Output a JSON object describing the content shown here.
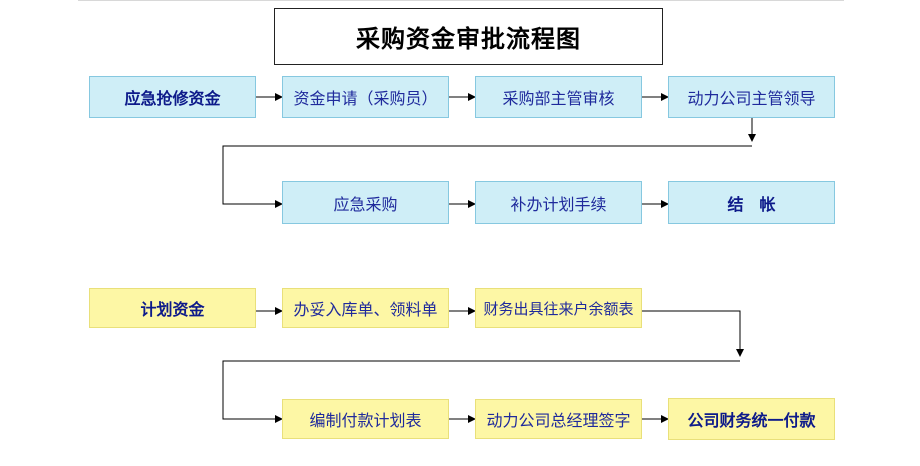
{
  "title": "采购资金审批流程图",
  "flow1": {
    "row1": [
      "应急抢修资金",
      "资金申请（采购员）",
      "采购部主管审核",
      "动力公司主管领导"
    ],
    "row2": [
      "应急采购",
      "补办计划手续",
      "结　帐"
    ]
  },
  "flow2": {
    "row1": [
      "计划资金",
      "办妥入库单、领料单",
      "财务出具往来户余额表"
    ],
    "row2": [
      "编制付款计划表",
      "动力公司总经理签字",
      "公司财务统一付款"
    ]
  },
  "colors": {
    "blue_box": "#cfeef7",
    "yellow_box": "#fdf7a5",
    "text": "#1f2a9c"
  }
}
